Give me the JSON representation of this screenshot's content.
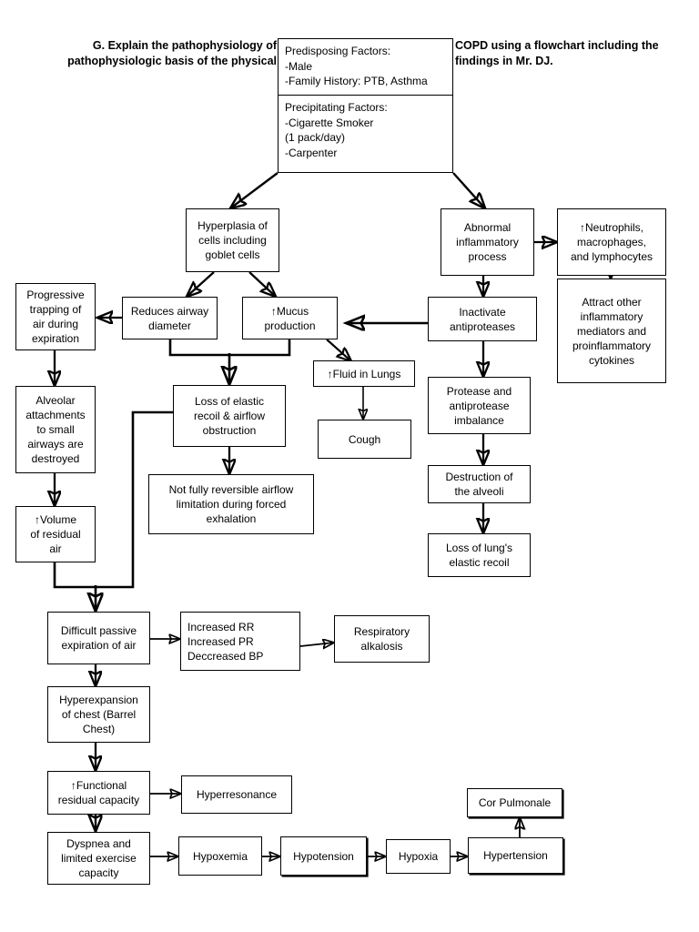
{
  "header": {
    "left_line1": "G. Explain the pathophysiology of",
    "left_line2": "pathophysiologic basis of the physical",
    "right_line1": "COPD using a flowchart including the",
    "right_line2": "findings in Mr. DJ."
  },
  "factors": {
    "predisposing": "Predisposing Factors:\n-Male\n-Family History: PTB, Asthma",
    "precipitating": "Precipitating Factors:\n-Cigarette Smoker\n(1 pack/day)\n-Carpenter"
  },
  "nodes": {
    "hyperplasia": "Hyperplasia of\ncells including\ngoblet cells",
    "abnormal_inflammatory": "Abnormal\ninflammatory\nprocess",
    "neutrophils": "↑Neutrophils,\nmacrophages,\nand lymphocytes",
    "attract_other": "Attract other\ninflammatory\nmediators and\nproinflammatory\ncytokines",
    "progressive_trapping": "Progressive\ntrapping of\nair during\nexpiration",
    "reduces_airway": "Reduces airway\ndiameter",
    "mucus": "↑Mucus\nproduction",
    "inactivate": "Inactivate\nantiproteases",
    "fluid_lungs": "↑Fluid in Lungs",
    "cough": "Cough",
    "protease": "Protease and\nantiprotease\nimbalance",
    "alveolar_attachments": "Alveolar\nattachments\nto small\nairways are\ndestroyed",
    "loss_elastic_recoil": "Loss of elastic\nrecoil & airflow\nobstruction",
    "destruction_alveoli": "Destruction of\nthe alveoli",
    "not_fully_reversible": "Not fully reversible airflow\nlimitation during forced\nexhalation",
    "loss_lung_recoil": "Loss of lung's\nelastic recoil",
    "volume_residual": "↑Volume\nof residual\nair",
    "difficult_passive": "Difficult passive\nexpiration of air",
    "vitals": "Increased RR\nIncreased PR\nDeccreased BP",
    "resp_alkalosis": "Respiratory\nalkalosis",
    "hyperexpansion": "Hyperexpansion\nof chest (Barrel\nChest)",
    "functional_residual": "↑Functional\nresidual capacity",
    "hyperresonance": "Hyperresonance",
    "dyspnea": "Dyspnea and\nlimited exercise\ncapacity",
    "hypoxemia": "Hypoxemia",
    "hypotension": "Hypotension",
    "hypoxia": "Hypoxia",
    "hypertension": "Hypertension",
    "cor_pulmonale": "Cor Pulmonale"
  },
  "style": {
    "stroke": "#000000",
    "background": "#ffffff",
    "text": "#000000"
  }
}
